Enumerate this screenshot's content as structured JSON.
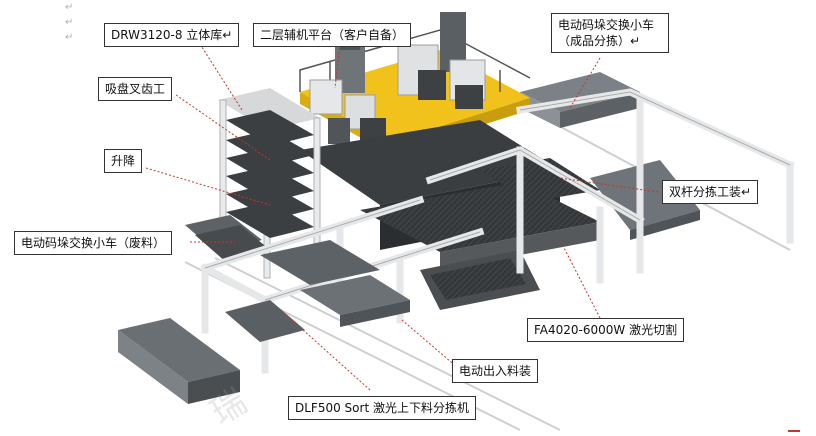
{
  "labels": {
    "storage": "DRW3120-8 立体库↵",
    "platform": "二层辅机平台（客户自备）",
    "finished_cart": "电动码垛交换小车（成品分拣）↵",
    "suction": "吸盘叉齿工",
    "lift": "升降",
    "double_rod": "双杆分拣工装↵",
    "waste_cart": "电动码垛交换小车（废料）",
    "laser": "FA4020-6000W 激光切割",
    "loading": "电动出入料装",
    "sorter": "DLF500 Sort 激光上下料分拣机"
  },
  "para_marks": [
    "↵",
    "↵",
    "↵"
  ],
  "watermark": "瑞",
  "colors": {
    "yellow": "#f1c21b",
    "dark": "#2e3134",
    "frame": "#e8e8e8",
    "leader": "#c0392b"
  }
}
